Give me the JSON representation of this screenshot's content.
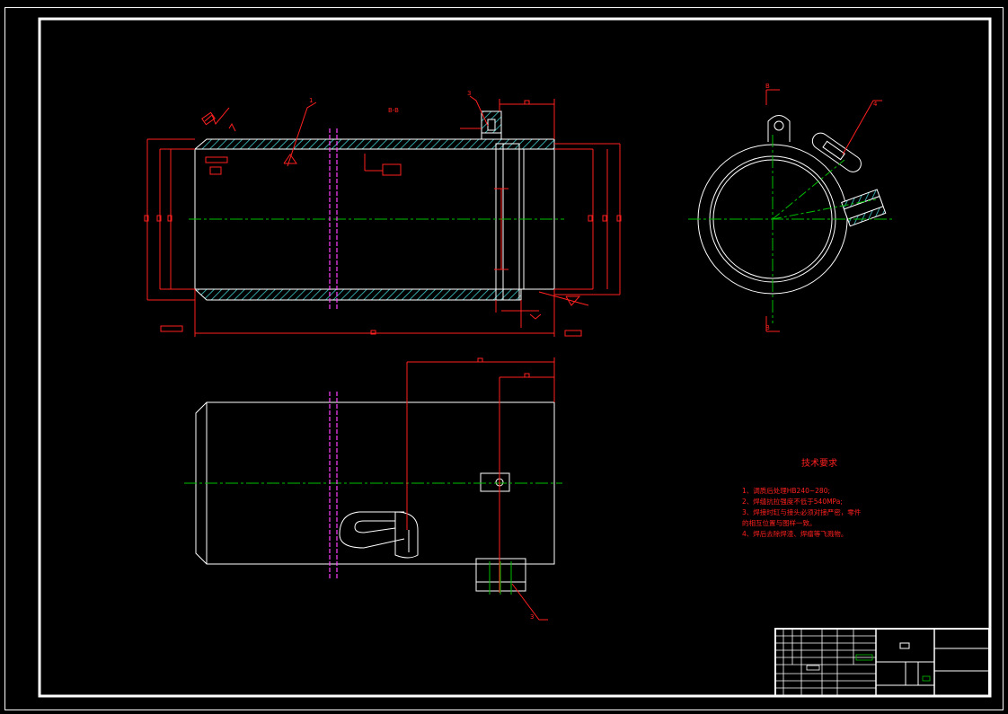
{
  "section_label": "B-B",
  "callouts": {
    "part_1": "1",
    "part_3": "3",
    "part_4": "4"
  },
  "section_markers": {
    "top": "B",
    "bottom": "B"
  },
  "technical_requirements": {
    "title": "技术要求",
    "items": [
      "1、调质后处理HB240~280;",
      "2、焊缝抗拉强度不低于540MPa;",
      "3、焊接时缸与接头必须对接严密，零件",
      "的相互位置与图样一致。",
      "4、焊后去除焊渣、焊瘤等飞溅物。"
    ]
  },
  "colors": {
    "background": "#000000",
    "outline": "#ffffff",
    "dimension": "#ff2020",
    "centerline": "#00c000",
    "hatch": "#40c8c8",
    "break_line": "#ff40ff"
  }
}
